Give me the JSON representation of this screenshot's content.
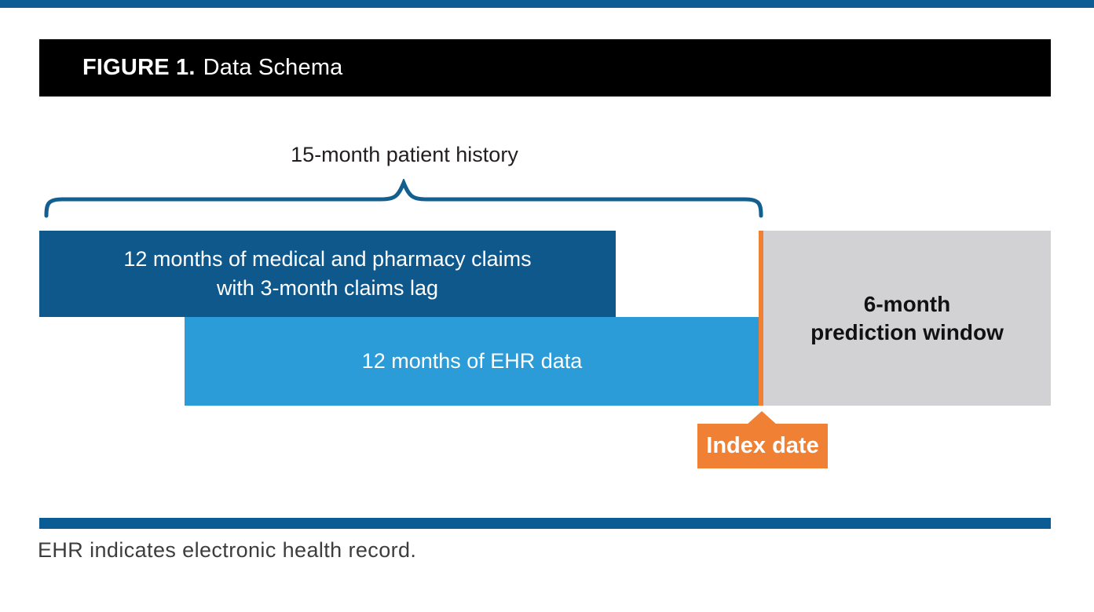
{
  "figure": {
    "title_prefix": "FIGURE 1.",
    "title": "Data Schema",
    "footnote": "EHR indicates electronic health record."
  },
  "diagram": {
    "history_label": "15-month patient history",
    "claims_bar": {
      "line1": "12 months of medical and pharmacy claims",
      "line2": "with 3-month claims lag"
    },
    "ehr_bar": {
      "label": "12 months of EHR data"
    },
    "prediction_bar": {
      "line1": "6-month",
      "line2": "prediction window"
    },
    "index_callout": {
      "label": "Index date"
    }
  },
  "colors": {
    "header_bg": "#000000",
    "dark_blue_bar": "#0e588c",
    "light_blue_bar": "#2b9cd8",
    "gray_bar": "#d2d2d4",
    "orange": "#f08034",
    "rule_blue": "#0b5b94",
    "brace_blue": "#136090",
    "text_light": "#ffffff",
    "text_dark": "#231f20"
  }
}
